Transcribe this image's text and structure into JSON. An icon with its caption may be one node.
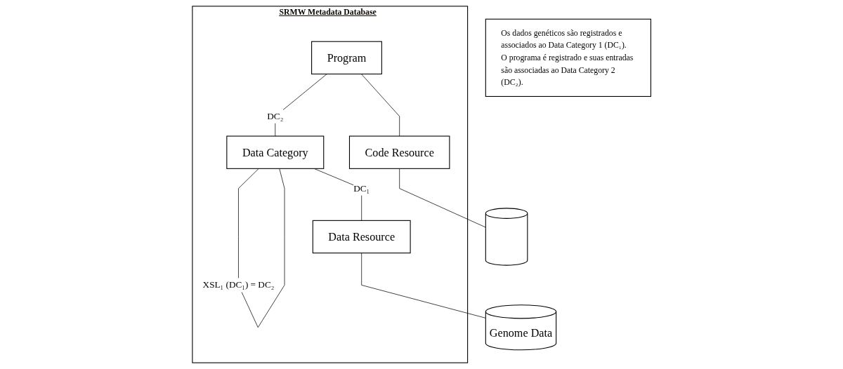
{
  "diagram": {
    "nodes": [
      {
        "text": [
          "SRMW Metadata Database"
        ]
      },
      {
        "text": [
          "Program"
        ],
        "in": 0
      },
      {
        "text": [
          "Data Category"
        ],
        "in": 0
      },
      {
        "text": [
          "Code Resource"
        ],
        "in": 0
      },
      {
        "text": [
          "Data Resource"
        ],
        "in": 0
      },
      {
        "text": [],
        "shape": "cylinder"
      },
      {
        "text": [
          "Genome Data"
        ]
      },
      {
        "text": [
          "Os dados genéticos são registrados e associados ao Data Category 1 (DC₁).",
          "O programa é registrado e suas entradas são associadas ao Data Category 2 (DC₂)."
        ]
      }
    ],
    "edges": [
      {
        "from": 1,
        "to": 2,
        "arrow": "none",
        "label": "DC₂"
      },
      {
        "from": 2,
        "to": 2,
        "arrow": "none",
        "label": "XSL₁ (DC₁) = DC₂"
      },
      {
        "from": 2,
        "to": 4,
        "arrow": "none",
        "label": "DC₁"
      },
      {
        "from": 1,
        "to": 3,
        "arrow": "none"
      },
      {
        "from": 3,
        "to": 5,
        "arrow": "none"
      },
      {
        "from": 4,
        "to": 6,
        "arrow": "none"
      }
    ]
  }
}
